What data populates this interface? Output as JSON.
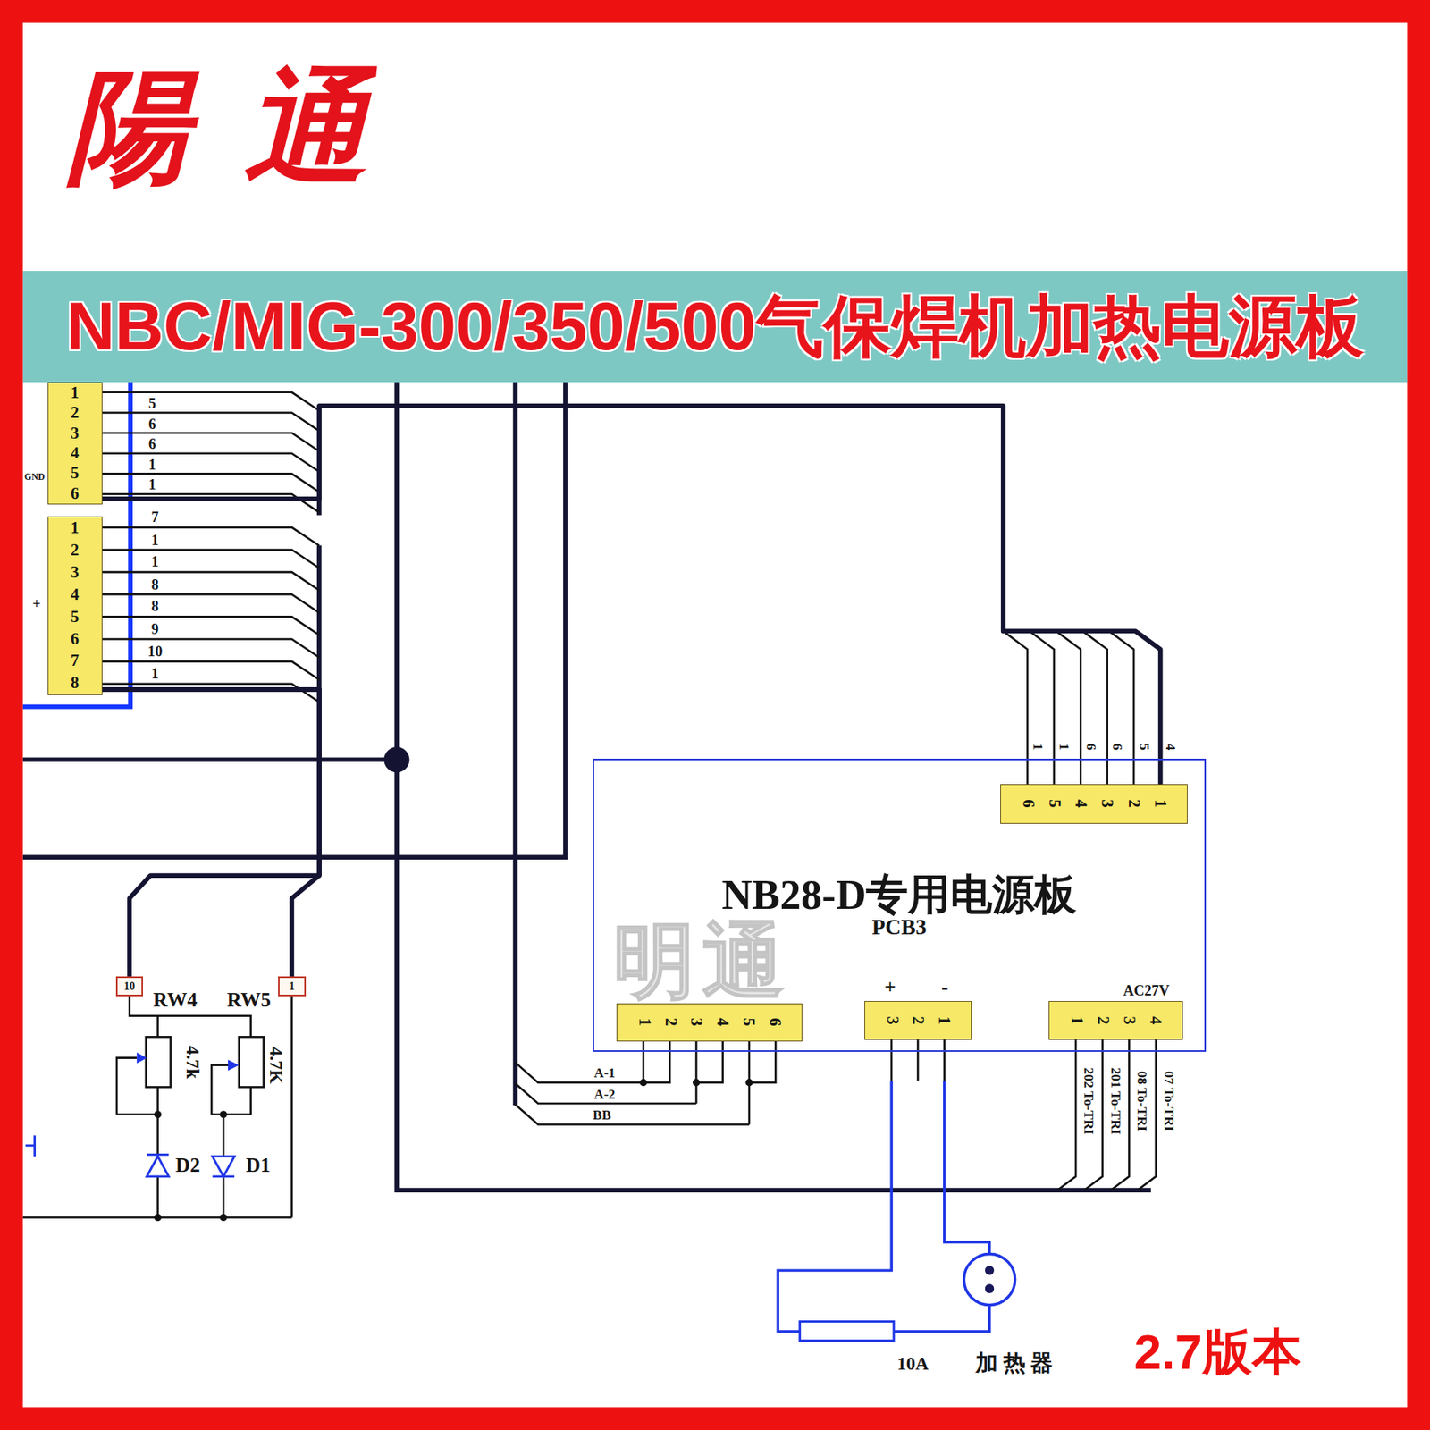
{
  "diagram": {
    "title": "NBC/MIG-300/350/500气保焊机加热电源板",
    "nodes": [
      {
        "text": [
          "1",
          "2",
          "3",
          "4",
          "5",
          "6"
        ]
      },
      {
        "text": [
          "1",
          "2",
          "3",
          "4",
          "5",
          "6",
          "7",
          "8"
        ]
      },
      {
        "text": [
          "NB28-D专用电源板",
          "PCB3"
        ]
      },
      {
        "text": [
          "6",
          "5",
          "4",
          "3",
          "2",
          "1"
        ],
        "in": 2
      },
      {
        "text": [
          "1",
          "2",
          "3",
          "4",
          "5",
          "6"
        ],
        "in": 2
      },
      {
        "text": [
          "3",
          "2",
          "1"
        ],
        "in": 2
      },
      {
        "text": [
          "1",
          "2",
          "3",
          "4"
        ],
        "in": 2
      },
      {
        "text": [
          "10"
        ]
      },
      {
        "text": [
          "1"
        ]
      }
    ],
    "edges": [
      {
        "from": 0,
        "to": 3,
        "arrow": "none"
      },
      {
        "from": 1,
        "to": 7,
        "arrow": "none"
      },
      {
        "from": 1,
        "to": 8,
        "arrow": "none"
      }
    ],
    "labels": [
      "陽通",
      "GND",
      "+",
      "5",
      "6",
      "6",
      "1",
      "1",
      "7",
      "1",
      "1",
      "8",
      "8",
      "9",
      "10",
      "1",
      "1",
      "1",
      "6",
      "6",
      "5",
      "4",
      "明通",
      "A-1",
      "A-2",
      "BB",
      "+",
      "-",
      "AC27V",
      "202 To-TRI",
      "201 To-TRI",
      "08 To-TRI",
      "07 To-TRI",
      "RW4",
      "RW5",
      "4.7k",
      "4.7K",
      "D2",
      "D1",
      "10A",
      "加热器",
      "2.7版本"
    ]
  }
}
